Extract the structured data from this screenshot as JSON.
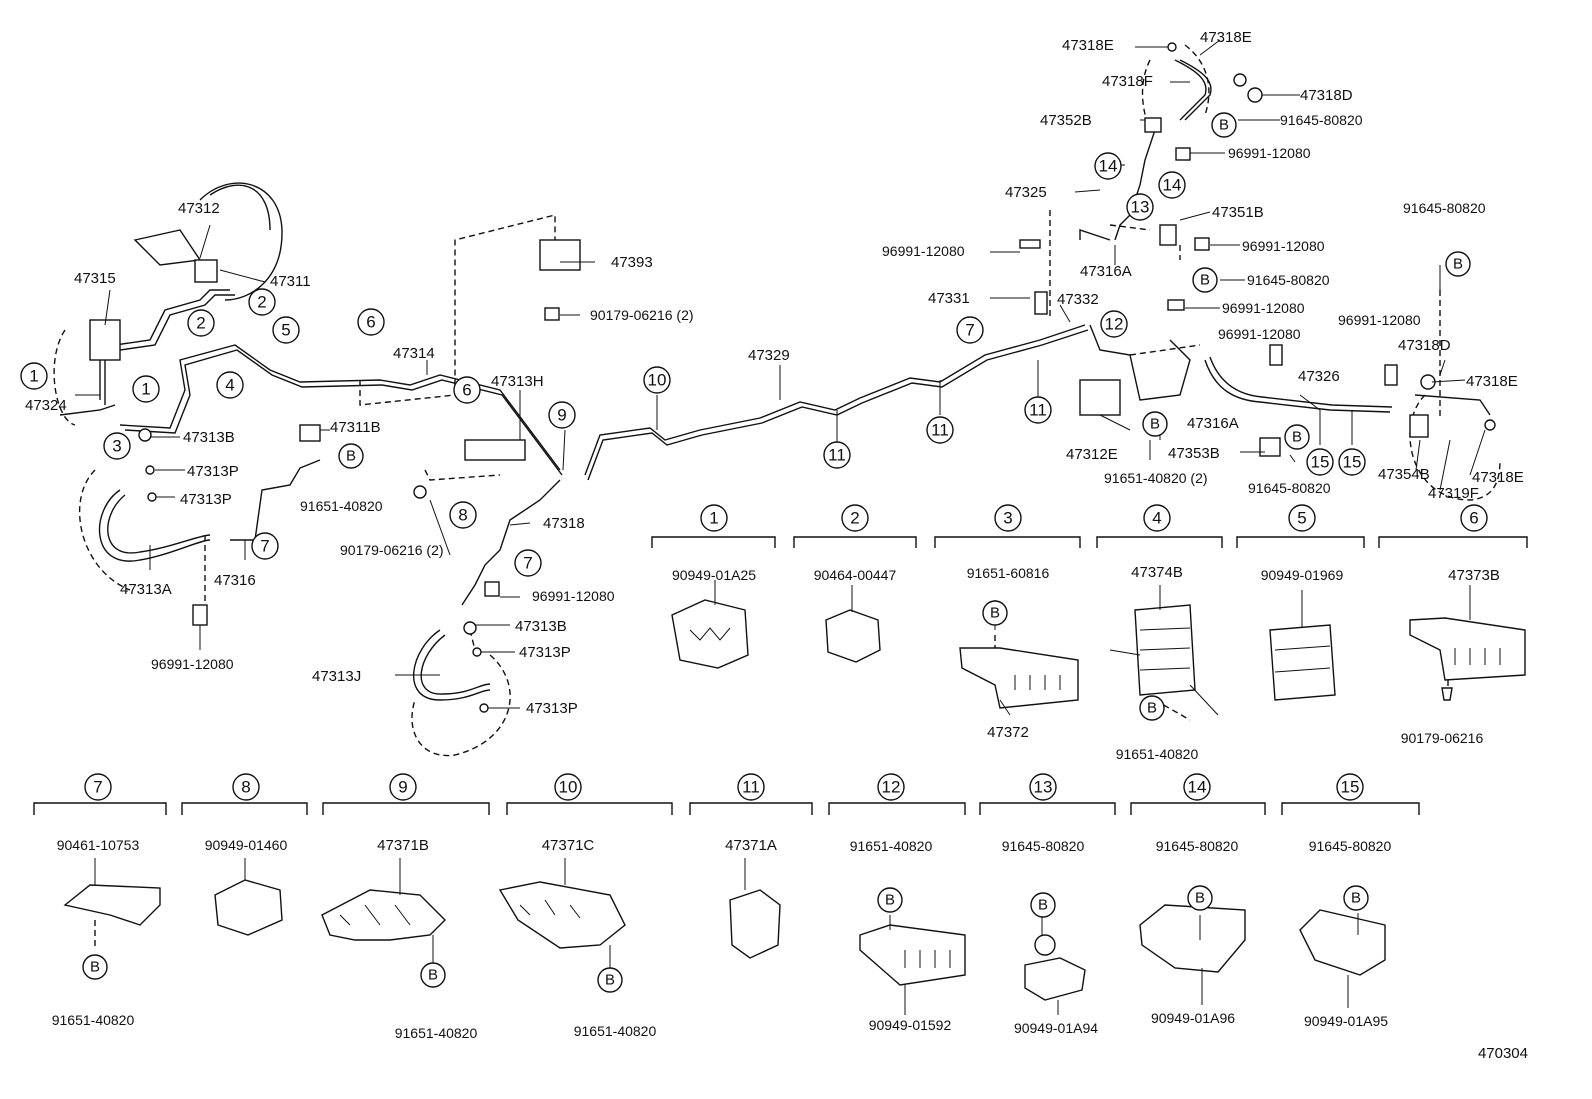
{
  "diagram_id": "470304",
  "labels": [
    {
      "id": "l47318e-a",
      "text": "47318E"
    },
    {
      "id": "l47318e-b",
      "text": "47318E"
    },
    {
      "id": "l47318f-a",
      "text": "47318F"
    },
    {
      "id": "l47318d-a",
      "text": "47318D"
    },
    {
      "id": "l47352b",
      "text": "47352B"
    },
    {
      "id": "l91645-a",
      "text": "91645-80820"
    },
    {
      "id": "l96991-a",
      "text": "96991-12080"
    },
    {
      "id": "l47325",
      "text": "47325"
    },
    {
      "id": "l47351b",
      "text": "47351B"
    },
    {
      "id": "l96991-b",
      "text": "96991-12080"
    },
    {
      "id": "l96991-c",
      "text": "96991-12080"
    },
    {
      "id": "l47316a-a",
      "text": "47316A"
    },
    {
      "id": "l91645-b",
      "text": "91645-80820"
    },
    {
      "id": "l96991-d",
      "text": "96991-12080"
    },
    {
      "id": "l47331",
      "text": "47331"
    },
    {
      "id": "l47332",
      "text": "47332"
    },
    {
      "id": "l96991-e",
      "text": "96991-12080"
    },
    {
      "id": "l91645-c",
      "text": "91645-80820"
    },
    {
      "id": "l96991-f",
      "text": "96991-12080"
    },
    {
      "id": "l47318d-b",
      "text": "47318D"
    },
    {
      "id": "l47318e-c",
      "text": "47318E"
    },
    {
      "id": "l47326",
      "text": "47326"
    },
    {
      "id": "l47316a-b",
      "text": "47316A"
    },
    {
      "id": "l47353b",
      "text": "47353B"
    },
    {
      "id": "l91645-d",
      "text": "91645-80820"
    },
    {
      "id": "l47354b",
      "text": "47354B"
    },
    {
      "id": "l47319f",
      "text": "47319F"
    },
    {
      "id": "l47318e-d",
      "text": "47318E"
    },
    {
      "id": "l47312e",
      "text": "47312E"
    },
    {
      "id": "l91651-a",
      "text": "91651-40820 (2)"
    },
    {
      "id": "l47312",
      "text": "47312"
    },
    {
      "id": "l47311",
      "text": "47311"
    },
    {
      "id": "l47315",
      "text": "47315"
    },
    {
      "id": "l47324",
      "text": "47324"
    },
    {
      "id": "l47313b-a",
      "text": "47313B"
    },
    {
      "id": "l47311b",
      "text": "47311B"
    },
    {
      "id": "l47313p-a",
      "text": "47313P"
    },
    {
      "id": "l47313p-b",
      "text": "47313P"
    },
    {
      "id": "l91651-b",
      "text": "91651-40820"
    },
    {
      "id": "l47316",
      "text": "47316"
    },
    {
      "id": "l47313a",
      "text": "47313A"
    },
    {
      "id": "l96991-g",
      "text": "96991-12080"
    },
    {
      "id": "l47314",
      "text": "47314"
    },
    {
      "id": "l47393",
      "text": "47393"
    },
    {
      "id": "l90179-a",
      "text": "90179-06216 (2)"
    },
    {
      "id": "l47313h",
      "text": "47313H"
    },
    {
      "id": "l47329",
      "text": "47329"
    },
    {
      "id": "l90179-b",
      "text": "90179-06216 (2)"
    },
    {
      "id": "l47318",
      "text": "47318"
    },
    {
      "id": "l96991-h",
      "text": "96991-12080"
    },
    {
      "id": "l47313b-b",
      "text": "47313B"
    },
    {
      "id": "l47313j",
      "text": "47313J"
    },
    {
      "id": "l47313p-c",
      "text": "47313P"
    },
    {
      "id": "l47313p-d",
      "text": "47313P"
    }
  ],
  "callouts": [
    "1",
    "1",
    "2",
    "2",
    "3",
    "4",
    "5",
    "6",
    "6",
    "7",
    "7",
    "7",
    "8",
    "9",
    "10",
    "11",
    "11",
    "11",
    "12",
    "13",
    "14",
    "14",
    "15",
    "15"
  ],
  "b_marks": [
    "B",
    "B",
    "B",
    "B",
    "B",
    "B"
  ],
  "clip_table": [
    {
      "num": "1",
      "part": "90949-01A25",
      "sub": []
    },
    {
      "num": "2",
      "part": "90464-00447",
      "sub": []
    },
    {
      "num": "3",
      "part": "91651-60816",
      "sub": [
        "B",
        "47372"
      ]
    },
    {
      "num": "4",
      "part": "47374B",
      "sub": [
        "B",
        "91651-40820"
      ]
    },
    {
      "num": "5",
      "part": "90949-01969",
      "sub": []
    },
    {
      "num": "6",
      "part": "47373B",
      "sub": [
        "90179-06216"
      ]
    },
    {
      "num": "7",
      "part": "90461-10753",
      "sub": [
        "B",
        "91651-40820"
      ]
    },
    {
      "num": "8",
      "part": "90949-01460",
      "sub": []
    },
    {
      "num": "9",
      "part": "47371B",
      "sub": [
        "B",
        "91651-40820"
      ]
    },
    {
      "num": "10",
      "part": "47371C",
      "sub": [
        "B",
        "91651-40820"
      ]
    },
    {
      "num": "11",
      "part": "47371A",
      "sub": []
    },
    {
      "num": "12",
      "part": "91651-40820",
      "sub": [
        "B",
        "90949-01592"
      ]
    },
    {
      "num": "13",
      "part": "91645-80820",
      "sub": [
        "B",
        "90949-01A94"
      ]
    },
    {
      "num": "14",
      "part": "91645-80820",
      "sub": [
        "B",
        "90949-01A96"
      ]
    },
    {
      "num": "15",
      "part": "91645-80820",
      "sub": [
        "B",
        "90949-01A95"
      ]
    }
  ]
}
